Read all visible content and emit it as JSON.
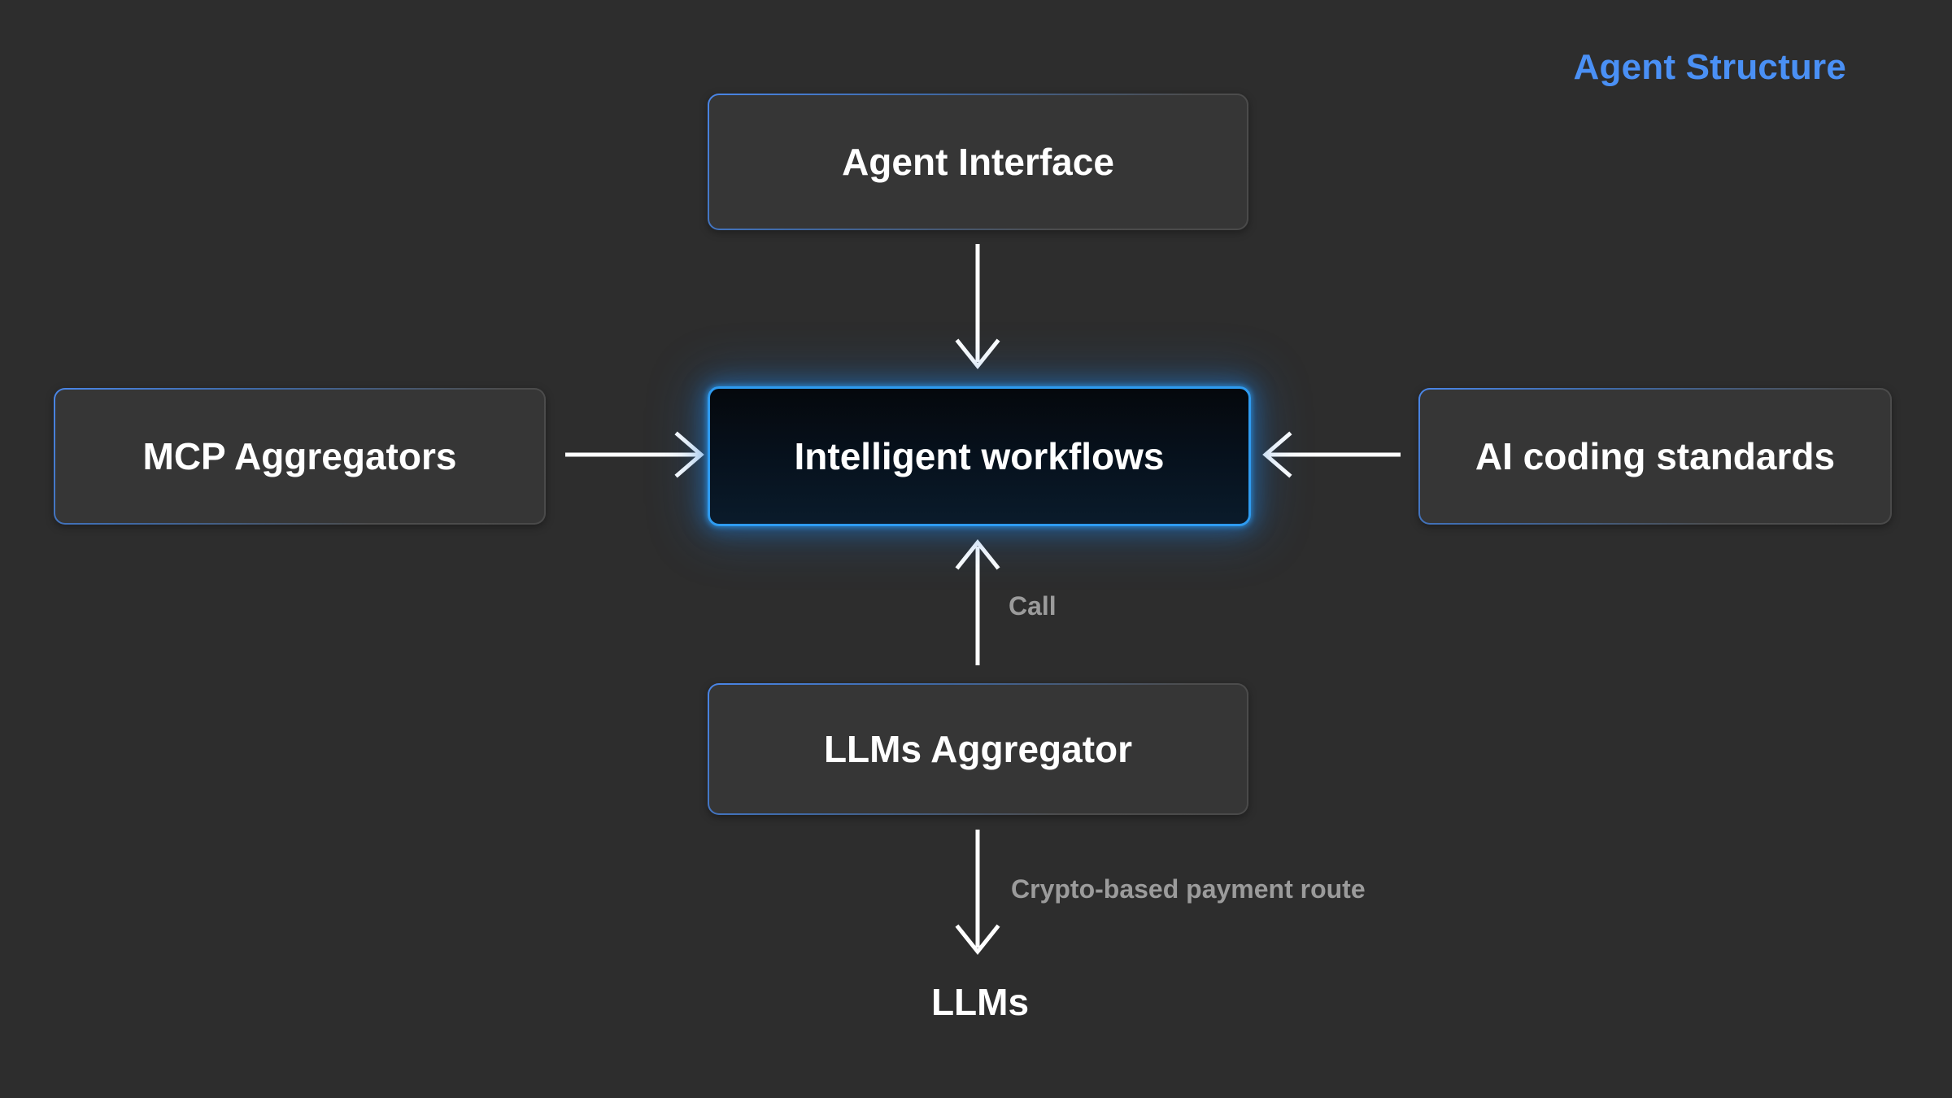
{
  "diagram": {
    "title": "Agent Structure",
    "title_color": "#4a90f5",
    "background_color": "#2d2d2d",
    "node_fill_color": "#363636",
    "accent_color": "#2e9bf0",
    "arrow_color": "#ffffff",
    "edge_label_color": "#9b9b9b",
    "nodes": [
      {
        "id": "agent-interface",
        "label": "Agent Interface",
        "highlighted": false,
        "shape": "rounded-rect"
      },
      {
        "id": "mcp-aggregators",
        "label": "MCP Aggregators",
        "highlighted": false,
        "shape": "rounded-rect"
      },
      {
        "id": "intelligent-workflows",
        "label": "Intelligent workflows",
        "highlighted": true,
        "shape": "rounded-rect"
      },
      {
        "id": "ai-coding-standards",
        "label": "AI coding standards",
        "highlighted": false,
        "shape": "rounded-rect"
      },
      {
        "id": "llms-aggregator",
        "label": "LLMs Aggregator",
        "highlighted": false,
        "shape": "rounded-rect"
      },
      {
        "id": "llms",
        "label": "LLMs",
        "highlighted": false,
        "shape": "text"
      }
    ],
    "edges": [
      {
        "id": "e1",
        "from": "agent-interface",
        "to": "intelligent-workflows",
        "label": "",
        "direction": "down"
      },
      {
        "id": "e2",
        "from": "mcp-aggregators",
        "to": "intelligent-workflows",
        "label": "",
        "direction": "right"
      },
      {
        "id": "e3",
        "from": "ai-coding-standards",
        "to": "intelligent-workflows",
        "label": "",
        "direction": "left"
      },
      {
        "id": "e4",
        "from": "llms-aggregator",
        "to": "intelligent-workflows",
        "label": "Call",
        "direction": "up"
      },
      {
        "id": "e5",
        "from": "llms-aggregator",
        "to": "llms",
        "label": "Crypto-based payment route",
        "direction": "down"
      }
    ]
  }
}
